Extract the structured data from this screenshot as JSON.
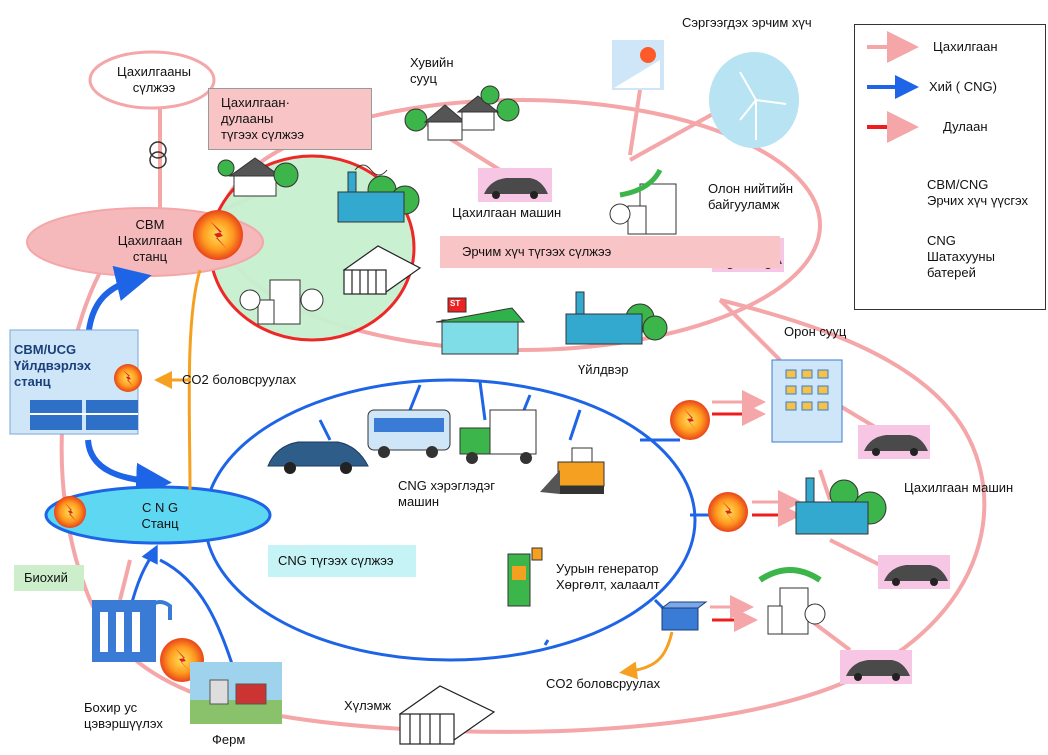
{
  "labels": {
    "power_grid": "Цахилгааны\nсүлжээ",
    "heat_power_grid": "Цахилгаан·\nдулааны\nтүгээх сүлжээ",
    "cbm_station": "CBM\nЦахилгаан\nстанц",
    "private_house": "Хувийн\nсууц",
    "renewable": "Сэргээгдэх эрчим хүч",
    "electric_car_top": "Цахилгаан машин",
    "public_building": "Олон нийтийн\nбайгууламж",
    "energy_grid": "Эрчим хүч түгээх сүлжээ",
    "cbm_ucg_plant": "CBM/UCG\nҮйлдвэрлэх\nстанц",
    "co2_top": "CO2 боловсруулах",
    "factory": "Үйлдвэр",
    "apartment": "Орон сууц",
    "cng_station": "C N G\nСтанц",
    "cng_vehicles": "CNG хэрэглэдэг\nмашин",
    "electric_car_right": "Цахилгаан машин",
    "cng_grid": "CNG түгээх сүлжээ",
    "biogas": "Биохий",
    "steam_generator": "Уурын генератор\nХөргөлт, халаалт",
    "co2_bottom": "CO2 боловсруулах",
    "wastewater": "Бохир ус\nцэвэршүүлэх",
    "greenhouse": "Хүлэмж",
    "farm": "Ферм",
    "store_sign": "ST"
  },
  "legend": {
    "electricity": "Цахилгаан",
    "gas": "Хий ( CNG)",
    "heat": "Дулаан",
    "cbm_source": "CBM/CNG\nЭрчих хүч үүсгэх",
    "cng_battery": "CNG\nШатахууны\nбатерей"
  },
  "colors": {
    "electricity": "#f4a6a8",
    "gas": "#1e64e6",
    "heat": "#ee1c1c",
    "co2": "#f5a020",
    "grid_box": "#f8c4c6",
    "cng_box": "#c6f4f6",
    "bio_box": "#cdeecb",
    "station_fill": "#5ed8f2"
  }
}
